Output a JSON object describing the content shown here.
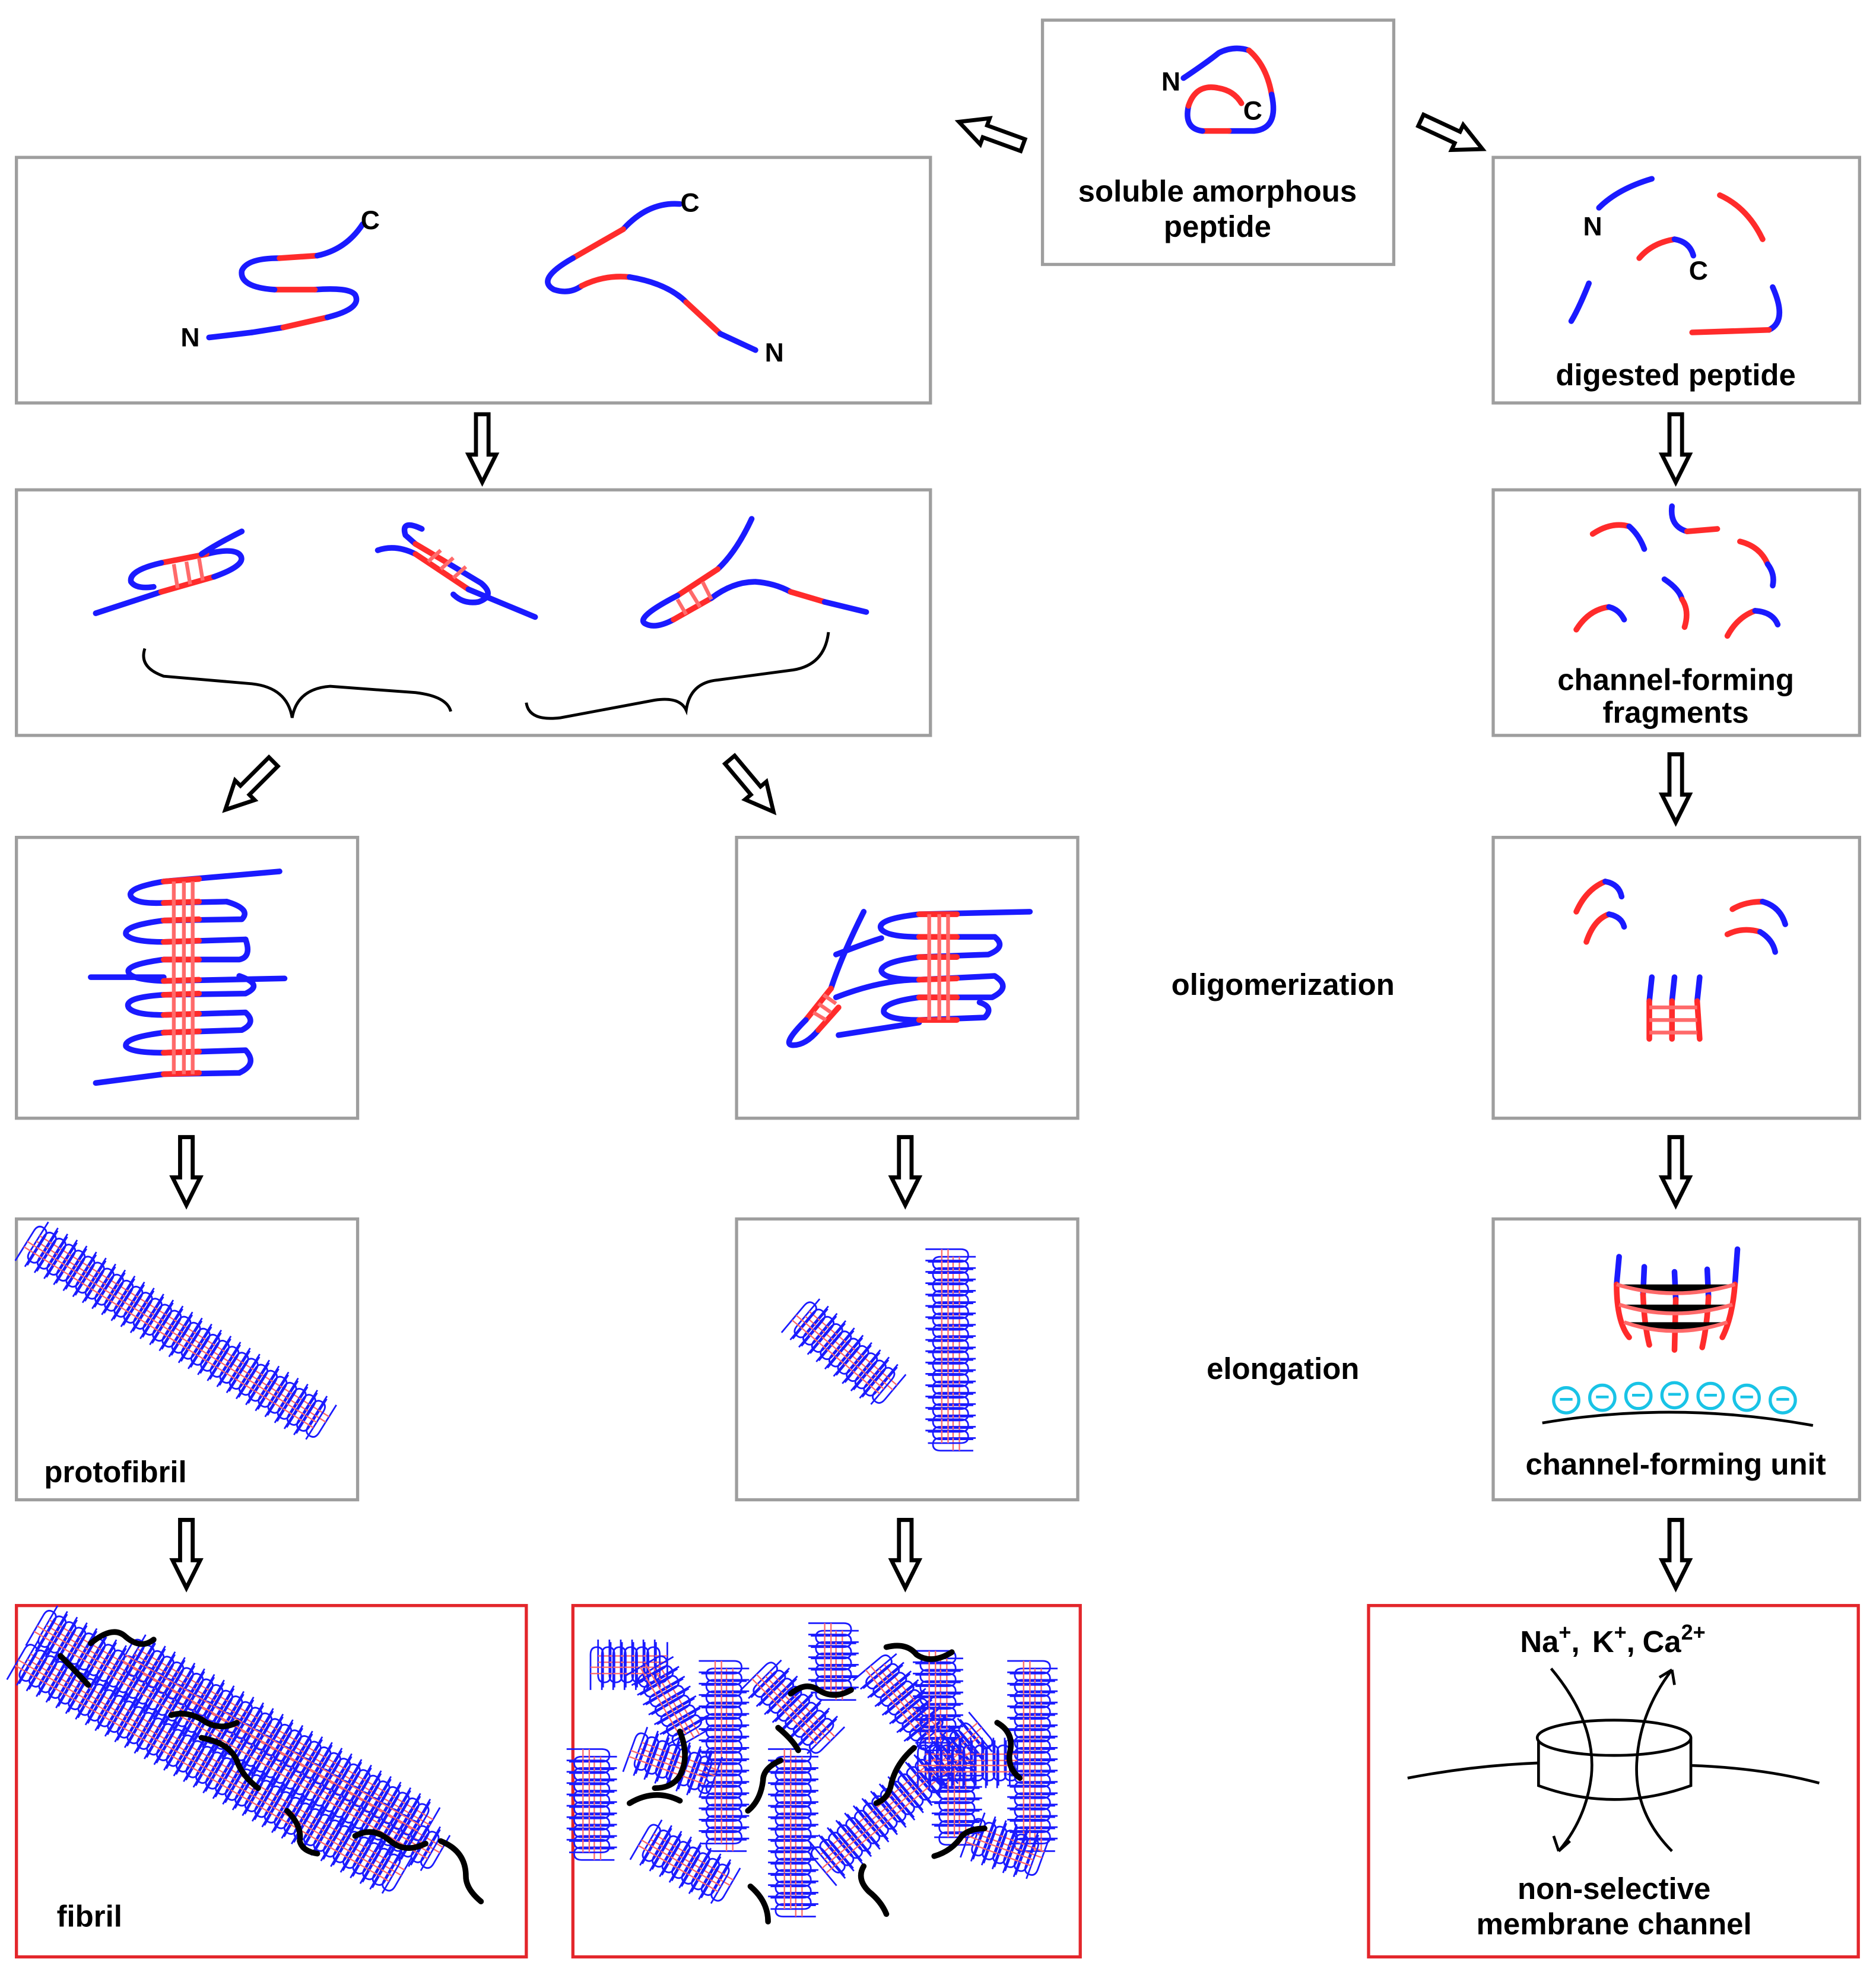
{
  "colors": {
    "box_border": "#9e9e9e",
    "final_box_border": "#e3262b",
    "hydrophobic_segment": "#ff2b2b",
    "backbone_segment": "#1a1aff",
    "linker": "#000000",
    "membrane_charge": "#19c3e6",
    "hydrogen_bond": "#ff6a6a"
  },
  "soluble": {
    "label_line1": "soluble amorphous",
    "label_line2": "peptide",
    "n_label": "N",
    "c_label": "C"
  },
  "folded": {
    "n_label": "N",
    "c_label": "C"
  },
  "digested": {
    "label": "digested peptide",
    "n_label": "N",
    "c_label": "C"
  },
  "fragments": {
    "label_line1": "channel-forming",
    "label_line2": "fragments"
  },
  "stages": {
    "oligomerization": "oligomerization",
    "elongation": "elongation"
  },
  "protofibril": {
    "label": "protofibril"
  },
  "channel_unit": {
    "label": "channel-forming unit",
    "charge_symbol": "−",
    "charge_count": 7
  },
  "fibril": {
    "label": "fibril"
  },
  "channel": {
    "ion_na": "Na",
    "ion_na_charge": "+",
    "sep1": ",",
    "ion_k": "K",
    "ion_k_charge": "+",
    "sep2": ",",
    "ion_ca": "Ca",
    "ion_ca_charge": "2+",
    "label_line1": "non-selective",
    "label_line2": "membrane channel"
  },
  "icons": [
    "flow-arrow-icon",
    "brace-icon",
    "negative-charge-icon",
    "ion-channel-cylinder-icon"
  ]
}
